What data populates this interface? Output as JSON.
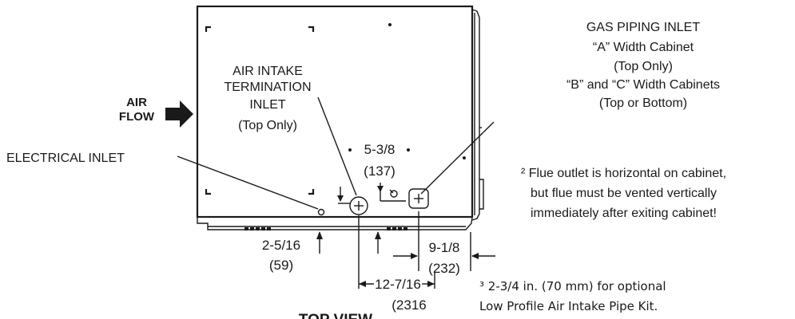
{
  "labels": {
    "air_flow_line1": "AIR",
    "air_flow_line2": "FLOW",
    "electrical_inlet": "ELECTRICAL INLET",
    "air_intake_line1": "AIR INTAKE",
    "air_intake_line2": "TERMINATION",
    "air_intake_line3": "INLET",
    "air_intake_line4": "(Top Only)",
    "gas_line1": "GAS PIPING INLET",
    "gas_line2": "“A” Width Cabinet",
    "gas_line3": "(Top Only)",
    "gas_line4": "“B” and “C” Width Cabinets",
    "gas_line5": "(Top or Bottom)"
  },
  "dimensions": {
    "dim_a_frac": "5-3/8",
    "dim_a_mm": "(137)",
    "dim_b_frac": "2-5/16",
    "dim_b_mm": "(59)",
    "dim_c_frac": "9-1/8",
    "dim_c_mm": "(232)",
    "dim_d_frac": "12-7/16",
    "dim_d_mm": "(2316"
  },
  "notes": {
    "note2_line1": "² Flue outlet is horizontal on cabinet,",
    "note2_line2": "but flue must be vented vertically",
    "note2_line3": "immediately after exiting cabinet!",
    "note3_line1": "³ 2-3/4  in. (70 mm) for optional",
    "note3_line2": "Low Profile Air Intake Pipe Kit."
  },
  "view_title": "TOP VIEW"
}
